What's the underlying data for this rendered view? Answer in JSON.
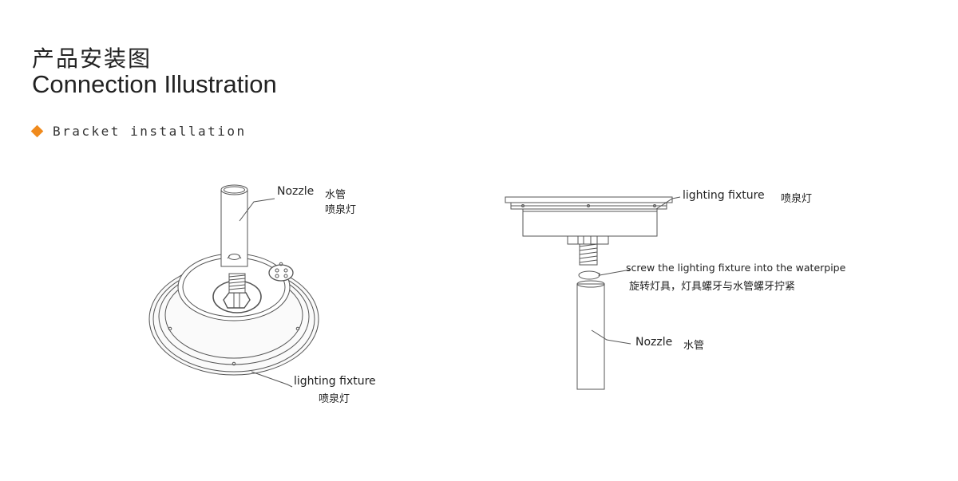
{
  "header": {
    "title_cn": "产品安装图",
    "title_en": "Connection Illustration"
  },
  "section": {
    "label": "Bracket installation",
    "accent_color": "#f08a1c",
    "icon": "diamond-bullet-icon"
  },
  "left_figure": {
    "nozzle_en": "Nozzle",
    "nozzle_cn": "水管",
    "fixture_cn_top": "喷泉灯",
    "fixture_en": "lighting fixture",
    "fixture_cn": "喷泉灯"
  },
  "right_figure": {
    "fixture_en": "lighting fixture",
    "fixture_cn": "喷泉灯",
    "screw_en": "screw the lighting fixture into the waterpipe",
    "screw_cn": "旋转灯具，灯具螺牙与水管螺牙拧紧",
    "nozzle_en": "Nozzle",
    "nozzle_cn": "水管"
  }
}
